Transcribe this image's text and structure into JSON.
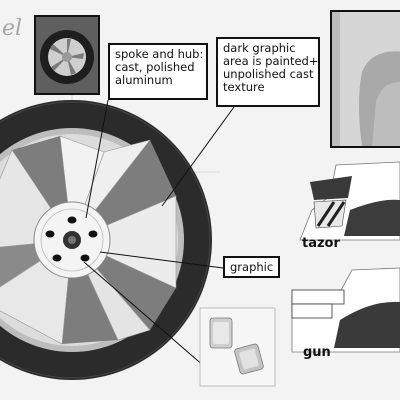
{
  "header": {
    "script_text": "el"
  },
  "callouts": {
    "spoke_hub": [
      "spoke and hub:",
      "cast, polished",
      "aluminum"
    ],
    "dark_graphic": [
      "dark graphic",
      "area is painted+",
      "unpolished cast",
      "texture"
    ],
    "graphic": "graphic"
  },
  "variants": {
    "tazor": "tazor",
    "gun": "gun"
  },
  "colors": {
    "line": "#111111",
    "tire": "#2b2b2b",
    "rim": "#c9c9c9",
    "spoke_dark": "#7d7d7d",
    "paper": "#f3f3f3"
  }
}
